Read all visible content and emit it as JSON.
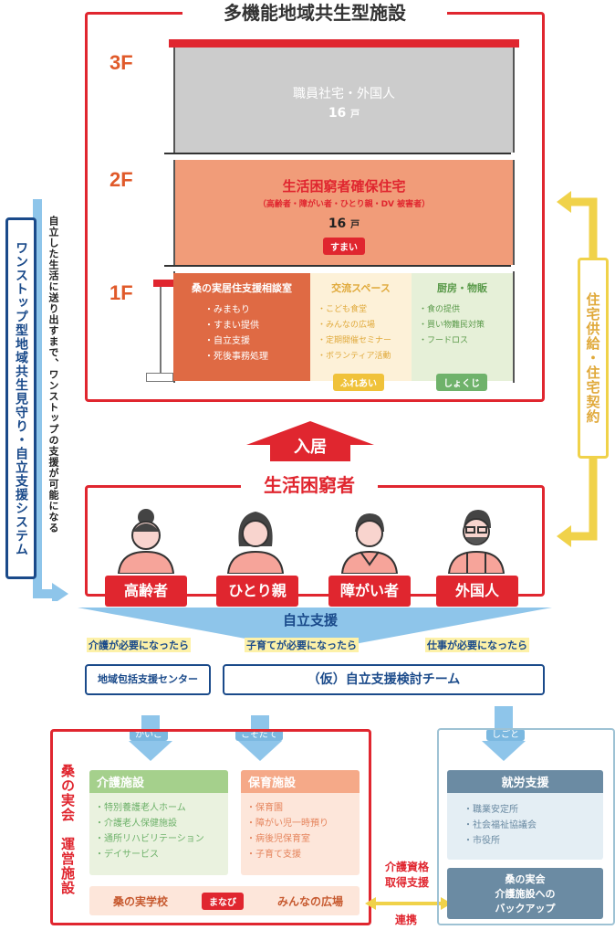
{
  "title": "多機能地域共生型施設",
  "floors": {
    "f3": {
      "label": "3F",
      "name": "職員社宅・外国人",
      "count": "16",
      "unit": "戸"
    },
    "f2": {
      "label": "2F",
      "name": "生活困窮者確保住宅",
      "sub": "（高齢者・障がい者・ひとり親・DV 被害者）",
      "count": "16",
      "unit": "戸",
      "tag": "すまい"
    },
    "f1": {
      "label": "1F",
      "consult": {
        "title": "桑の実居住支援相談室",
        "items": [
          "・みまもり",
          "・すまい提供",
          "・自立支援",
          "・死後事務処理"
        ]
      },
      "exchange": {
        "title": "交流スペース",
        "items": [
          "・こども食堂",
          "・みんなの広場",
          "・定期開催セミナー",
          "・ボランティア活動"
        ],
        "tag": "ふれあい"
      },
      "kitchen": {
        "title": "厨房・物販",
        "items": [
          "・食の提供",
          "・買い物難民対策",
          "・フードロス"
        ],
        "tag": "しょくじ"
      }
    }
  },
  "left_system": "ワンストップ型地域共生見守り・自立支援システム",
  "left_note": "自立した生活に送り出すまで、ワンストップの支援が可能になる",
  "right_contract": "住宅供給・住宅契約",
  "move_in": "入居",
  "needy": {
    "title": "生活困窮者",
    "people": [
      "高齢者",
      "ひとり親",
      "障がい者",
      "外国人"
    ]
  },
  "support": {
    "title": "自立支援",
    "triggers": [
      "介護が必要になったら",
      "子育てが必要になったら",
      "仕事が必要になったら"
    ],
    "center": "地域包括支援センター",
    "team": "（仮）自立支援検討チーム"
  },
  "routes": [
    "かいご",
    "こそだて",
    "しごと"
  ],
  "kuwanomi": {
    "vertical_label": "桑の実会　運営施設",
    "care": {
      "title": "介護施設",
      "items": [
        "・特別養護老人ホーム",
        "・介護老人保健施設",
        "・通所リハビリテーション",
        "・デイサービス"
      ]
    },
    "nursery": {
      "title": "保育施設",
      "items": [
        "・保育園",
        "・障がい児一時預り",
        "・病後児保育室",
        "・子育て支援"
      ]
    },
    "school": "桑の実学校",
    "school_tag": "まなび",
    "plaza": "みんなの広場"
  },
  "link": {
    "label1": "介護資格",
    "label2": "取得支援",
    "label3": "連携"
  },
  "work": {
    "title": "就労支援",
    "items": [
      "・職業安定所",
      "・社会福祉協議会",
      "・市役所"
    ],
    "backup1": "桑の実会",
    "backup2": "介護施設への",
    "backup3": "バックアップ"
  },
  "colors": {
    "red": "#e0262f",
    "orange": "#f19c79",
    "yellow": "#f0d24a",
    "blue": "#1a4a8a",
    "lightblue": "#8ec5ea",
    "green": "#6fb26b"
  }
}
